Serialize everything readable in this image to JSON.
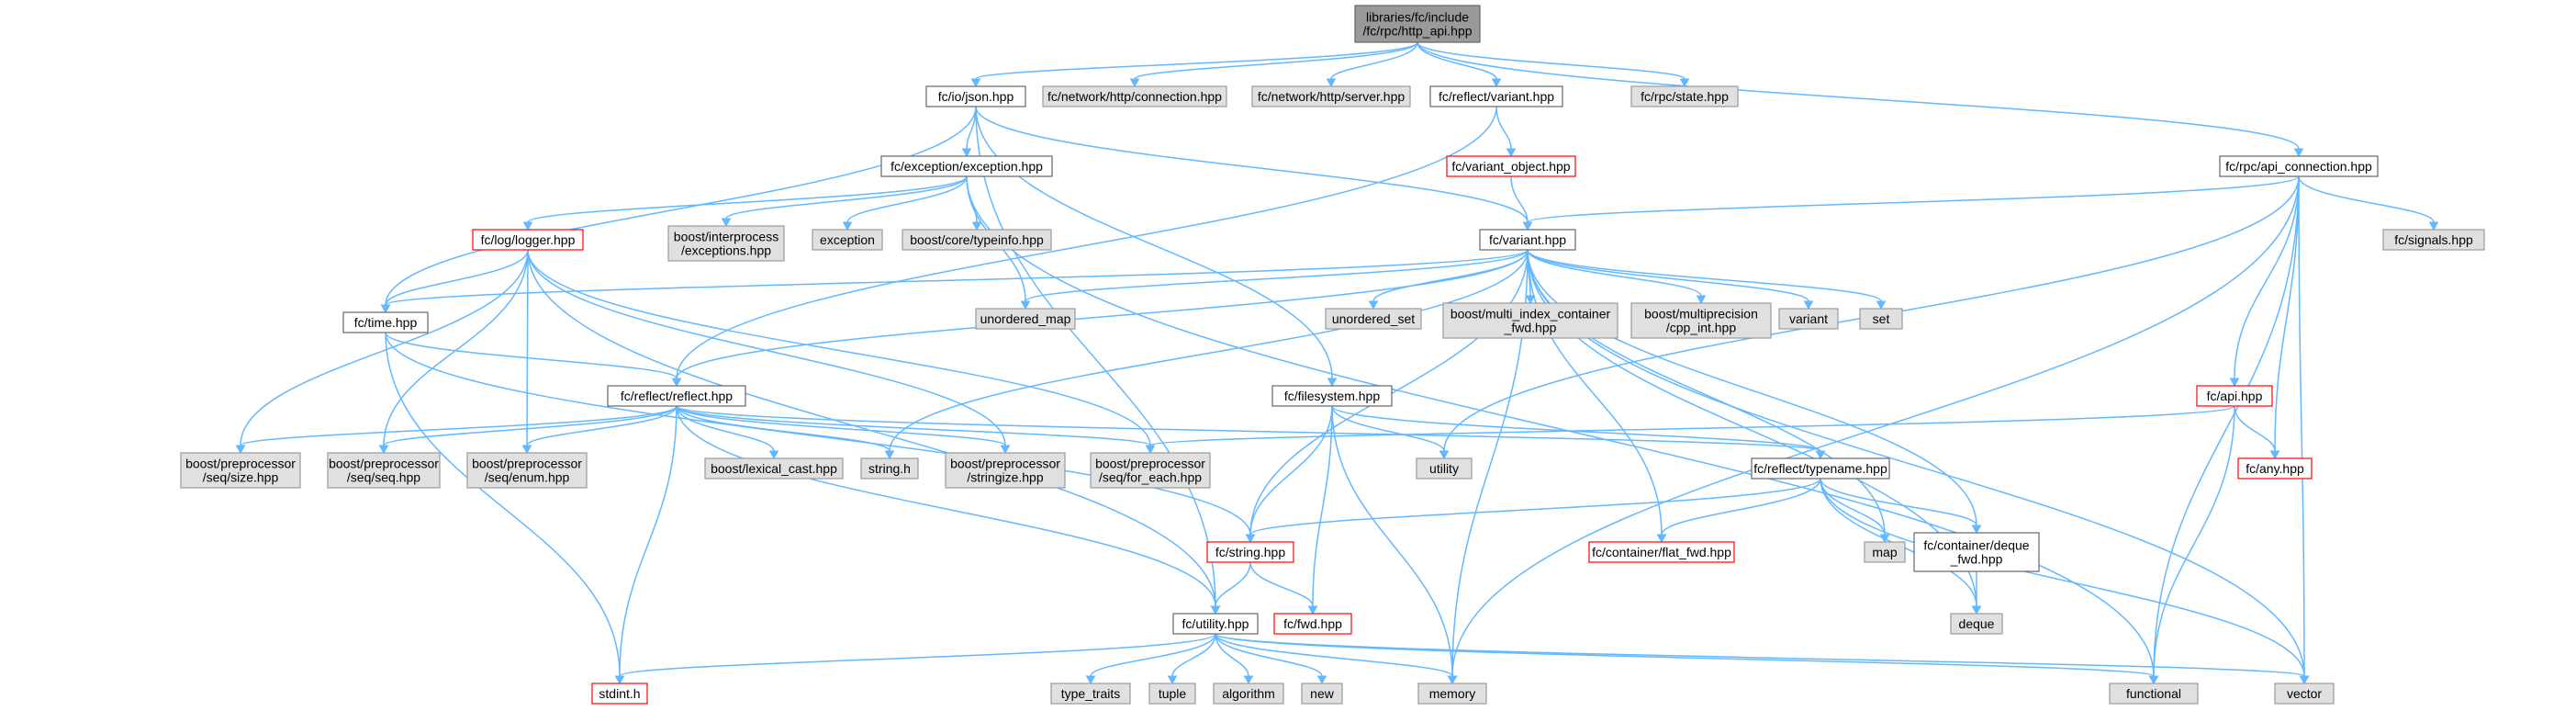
{
  "graph": {
    "title": "libraries/fc/include/fc/rpc/http_api.hpp",
    "colors": {
      "edge": "#63b8ff",
      "root_fill": "#999999",
      "doc_border": "#666666",
      "missing_border": "#ff0000",
      "system_fill": "#e0e0e0"
    },
    "nodes": [
      {
        "id": "root",
        "lines": [
          "libraries/fc/include",
          "/fc/rpc/http_api.hpp"
        ],
        "kind": "root"
      },
      {
        "id": "fc_io_json",
        "lines": [
          "fc/io/json.hpp"
        ],
        "kind": "doc"
      },
      {
        "id": "net_conn",
        "lines": [
          "fc/network/http/connection.hpp"
        ],
        "kind": "sys"
      },
      {
        "id": "net_server",
        "lines": [
          "fc/network/http/server.hpp"
        ],
        "kind": "sys"
      },
      {
        "id": "refl_variant",
        "lines": [
          "fc/reflect/variant.hpp"
        ],
        "kind": "doc"
      },
      {
        "id": "rpc_state",
        "lines": [
          "fc/rpc/state.hpp"
        ],
        "kind": "sys"
      },
      {
        "id": "exception",
        "lines": [
          "fc/exception/exception.hpp"
        ],
        "kind": "doc"
      },
      {
        "id": "variant_object",
        "lines": [
          "fc/variant_object.hpp"
        ],
        "kind": "red"
      },
      {
        "id": "api_connection",
        "lines": [
          "fc/rpc/api_connection.hpp"
        ],
        "kind": "doc"
      },
      {
        "id": "logger",
        "lines": [
          "fc/log/logger.hpp"
        ],
        "kind": "red"
      },
      {
        "id": "interprocess",
        "lines": [
          "boost/interprocess",
          "/exceptions.hpp"
        ],
        "kind": "sys"
      },
      {
        "id": "std_exception",
        "lines": [
          "exception"
        ],
        "kind": "sys"
      },
      {
        "id": "typeinfo",
        "lines": [
          "boost/core/typeinfo.hpp"
        ],
        "kind": "sys"
      },
      {
        "id": "variant_hpp",
        "lines": [
          "fc/variant.hpp"
        ],
        "kind": "doc"
      },
      {
        "id": "signals",
        "lines": [
          "fc/signals.hpp"
        ],
        "kind": "sys"
      },
      {
        "id": "time",
        "lines": [
          "fc/time.hpp"
        ],
        "kind": "doc"
      },
      {
        "id": "unordered_map",
        "lines": [
          "unordered_map"
        ],
        "kind": "sys"
      },
      {
        "id": "unordered_set",
        "lines": [
          "unordered_set"
        ],
        "kind": "sys"
      },
      {
        "id": "multi_index",
        "lines": [
          "boost/multi_index_container",
          "_fwd.hpp"
        ],
        "kind": "sys"
      },
      {
        "id": "multiprecision",
        "lines": [
          "boost/multiprecision",
          "/cpp_int.hpp"
        ],
        "kind": "sys"
      },
      {
        "id": "std_variant",
        "lines": [
          "variant"
        ],
        "kind": "sys"
      },
      {
        "id": "std_set",
        "lines": [
          "set"
        ],
        "kind": "sys"
      },
      {
        "id": "reflect",
        "lines": [
          "fc/reflect/reflect.hpp"
        ],
        "kind": "doc"
      },
      {
        "id": "filesystem",
        "lines": [
          "fc/filesystem.hpp"
        ],
        "kind": "doc"
      },
      {
        "id": "api",
        "lines": [
          "fc/api.hpp"
        ],
        "kind": "red"
      },
      {
        "id": "seq_size",
        "lines": [
          "boost/preprocessor",
          "/seq/size.hpp"
        ],
        "kind": "sys"
      },
      {
        "id": "seq_seq",
        "lines": [
          "boost/preprocessor",
          "/seq/seq.hpp"
        ],
        "kind": "sys"
      },
      {
        "id": "seq_enum",
        "lines": [
          "boost/preprocessor",
          "/seq/enum.hpp"
        ],
        "kind": "sys"
      },
      {
        "id": "lexical_cast",
        "lines": [
          "boost/lexical_cast.hpp"
        ],
        "kind": "sys"
      },
      {
        "id": "string_h",
        "lines": [
          "string.h"
        ],
        "kind": "sys"
      },
      {
        "id": "stringize",
        "lines": [
          "boost/preprocessor",
          "/stringize.hpp"
        ],
        "kind": "sys"
      },
      {
        "id": "for_each",
        "lines": [
          "boost/preprocessor",
          "/seq/for_each.hpp"
        ],
        "kind": "sys"
      },
      {
        "id": "utility_std",
        "lines": [
          "utility"
        ],
        "kind": "sys"
      },
      {
        "id": "typename",
        "lines": [
          "fc/reflect/typename.hpp"
        ],
        "kind": "doc"
      },
      {
        "id": "any",
        "lines": [
          "fc/any.hpp"
        ],
        "kind": "red"
      },
      {
        "id": "flat_fwd",
        "lines": [
          "fc/container/flat_fwd.hpp"
        ],
        "kind": "red"
      },
      {
        "id": "map",
        "lines": [
          "map"
        ],
        "kind": "sys"
      },
      {
        "id": "deque_fwd",
        "lines": [
          "fc/container/deque",
          "_fwd.hpp"
        ],
        "kind": "doc"
      },
      {
        "id": "string",
        "lines": [
          "fc/string.hpp"
        ],
        "kind": "red"
      },
      {
        "id": "fwd",
        "lines": [
          "fc/fwd.hpp"
        ],
        "kind": "red"
      },
      {
        "id": "deque",
        "lines": [
          "deque"
        ],
        "kind": "sys"
      },
      {
        "id": "utility_fc",
        "lines": [
          "fc/utility.hpp"
        ],
        "kind": "doc"
      },
      {
        "id": "stdint",
        "lines": [
          "stdint.h"
        ],
        "kind": "red"
      },
      {
        "id": "type_traits",
        "lines": [
          "type_traits"
        ],
        "kind": "sys"
      },
      {
        "id": "tuple",
        "lines": [
          "tuple"
        ],
        "kind": "sys"
      },
      {
        "id": "algorithm",
        "lines": [
          "algorithm"
        ],
        "kind": "sys"
      },
      {
        "id": "new",
        "lines": [
          "new"
        ],
        "kind": "sys"
      },
      {
        "id": "memory",
        "lines": [
          "memory"
        ],
        "kind": "sys"
      },
      {
        "id": "functional",
        "lines": [
          "functional"
        ],
        "kind": "sys"
      },
      {
        "id": "vector",
        "lines": [
          "vector"
        ],
        "kind": "sys"
      }
    ],
    "edges": [
      [
        "root",
        "fc_io_json"
      ],
      [
        "root",
        "net_conn"
      ],
      [
        "root",
        "net_server"
      ],
      [
        "root",
        "refl_variant"
      ],
      [
        "root",
        "rpc_state"
      ],
      [
        "root",
        "api_connection"
      ],
      [
        "fc_io_json",
        "exception"
      ],
      [
        "fc_io_json",
        "time"
      ],
      [
        "fc_io_json",
        "variant_hpp"
      ],
      [
        "fc_io_json",
        "filesystem"
      ],
      [
        "fc_io_json",
        "utility_fc"
      ],
      [
        "refl_variant",
        "variant_object"
      ],
      [
        "refl_variant",
        "reflect"
      ],
      [
        "exception",
        "logger"
      ],
      [
        "exception",
        "interprocess"
      ],
      [
        "exception",
        "std_exception"
      ],
      [
        "exception",
        "typeinfo"
      ],
      [
        "exception",
        "unordered_map"
      ],
      [
        "exception",
        "functional"
      ],
      [
        "variant_object",
        "variant_hpp"
      ],
      [
        "api_connection",
        "variant_hpp"
      ],
      [
        "api_connection",
        "signals"
      ],
      [
        "api_connection",
        "api"
      ],
      [
        "api_connection",
        "any"
      ],
      [
        "api_connection",
        "functional"
      ],
      [
        "api_connection",
        "vector"
      ],
      [
        "api_connection",
        "memory"
      ],
      [
        "api_connection",
        "utility_std"
      ],
      [
        "logger",
        "time"
      ],
      [
        "logger",
        "seq_size"
      ],
      [
        "logger",
        "seq_seq"
      ],
      [
        "logger",
        "seq_enum"
      ],
      [
        "logger",
        "stringize"
      ],
      [
        "logger",
        "for_each"
      ],
      [
        "logger",
        "utility_fc"
      ],
      [
        "variant_hpp",
        "time"
      ],
      [
        "variant_hpp",
        "unordered_map"
      ],
      [
        "variant_hpp",
        "unordered_set"
      ],
      [
        "variant_hpp",
        "multi_index"
      ],
      [
        "variant_hpp",
        "multiprecision"
      ],
      [
        "variant_hpp",
        "std_variant"
      ],
      [
        "variant_hpp",
        "std_set"
      ],
      [
        "variant_hpp",
        "reflect"
      ],
      [
        "variant_hpp",
        "string_h"
      ],
      [
        "variant_hpp",
        "string"
      ],
      [
        "variant_hpp",
        "memory"
      ],
      [
        "variant_hpp",
        "flat_fwd"
      ],
      [
        "variant_hpp",
        "map"
      ],
      [
        "variant_hpp",
        "deque_fwd"
      ],
      [
        "variant_hpp",
        "deque"
      ],
      [
        "variant_hpp",
        "vector"
      ],
      [
        "time",
        "reflect"
      ],
      [
        "time",
        "string"
      ],
      [
        "time",
        "stdint"
      ],
      [
        "reflect",
        "seq_size"
      ],
      [
        "reflect",
        "seq_seq"
      ],
      [
        "reflect",
        "seq_enum"
      ],
      [
        "reflect",
        "lexical_cast"
      ],
      [
        "reflect",
        "string_h"
      ],
      [
        "reflect",
        "stringize"
      ],
      [
        "reflect",
        "for_each"
      ],
      [
        "reflect",
        "typename"
      ],
      [
        "reflect",
        "utility_fc"
      ],
      [
        "reflect",
        "stdint"
      ],
      [
        "filesystem",
        "utility_std"
      ],
      [
        "filesystem",
        "string"
      ],
      [
        "filesystem",
        "fwd"
      ],
      [
        "filesystem",
        "memory"
      ],
      [
        "filesystem",
        "typename"
      ],
      [
        "api",
        "for_each"
      ],
      [
        "api",
        "any"
      ],
      [
        "api",
        "functional"
      ],
      [
        "typename",
        "string"
      ],
      [
        "typename",
        "flat_fwd"
      ],
      [
        "typename",
        "map"
      ],
      [
        "typename",
        "deque_fwd"
      ],
      [
        "typename",
        "deque"
      ],
      [
        "typename",
        "vector"
      ],
      [
        "deque_fwd",
        "deque"
      ],
      [
        "string",
        "utility_fc"
      ],
      [
        "string",
        "fwd"
      ],
      [
        "utility_fc",
        "stdint"
      ],
      [
        "utility_fc",
        "type_traits"
      ],
      [
        "utility_fc",
        "tuple"
      ],
      [
        "utility_fc",
        "algorithm"
      ],
      [
        "utility_fc",
        "new"
      ],
      [
        "utility_fc",
        "memory"
      ],
      [
        "utility_fc",
        "functional"
      ],
      [
        "utility_fc",
        "vector"
      ]
    ]
  }
}
